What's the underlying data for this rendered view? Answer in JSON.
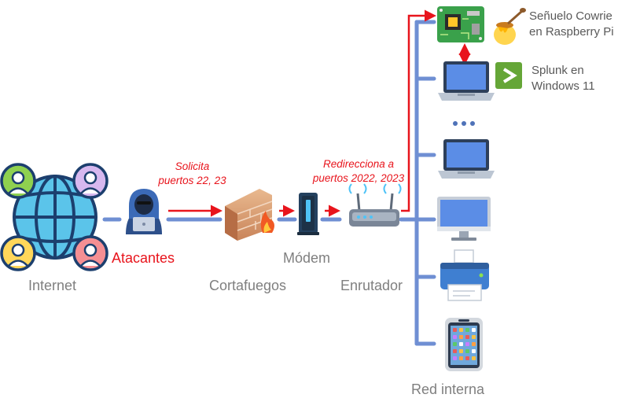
{
  "labels": {
    "internet": "Internet",
    "atacantes": "Atacantes",
    "cortafuegos": "Cortafuegos",
    "modem": "Módem",
    "enrutador": "Enrutador",
    "red_interna": "Red interna",
    "solicita_1": "Solicita",
    "solicita_2": "puertos 22, 23",
    "redir_1": "Redirecciona a",
    "redir_2": "puertos 2022, 2023",
    "cowrie_1": "Señuelo Cowrie",
    "cowrie_2": "en Raspberry Pi",
    "splunk_1": "Splunk en",
    "splunk_2": "Windows 11",
    "ellipsis": "..."
  },
  "colors": {
    "link_blue": "#6f8fd3",
    "alert_red": "#e8141c",
    "label_gray": "#7f7f7f",
    "globe_blue": "#5bc4ea",
    "splunk_green": "#65a637"
  }
}
